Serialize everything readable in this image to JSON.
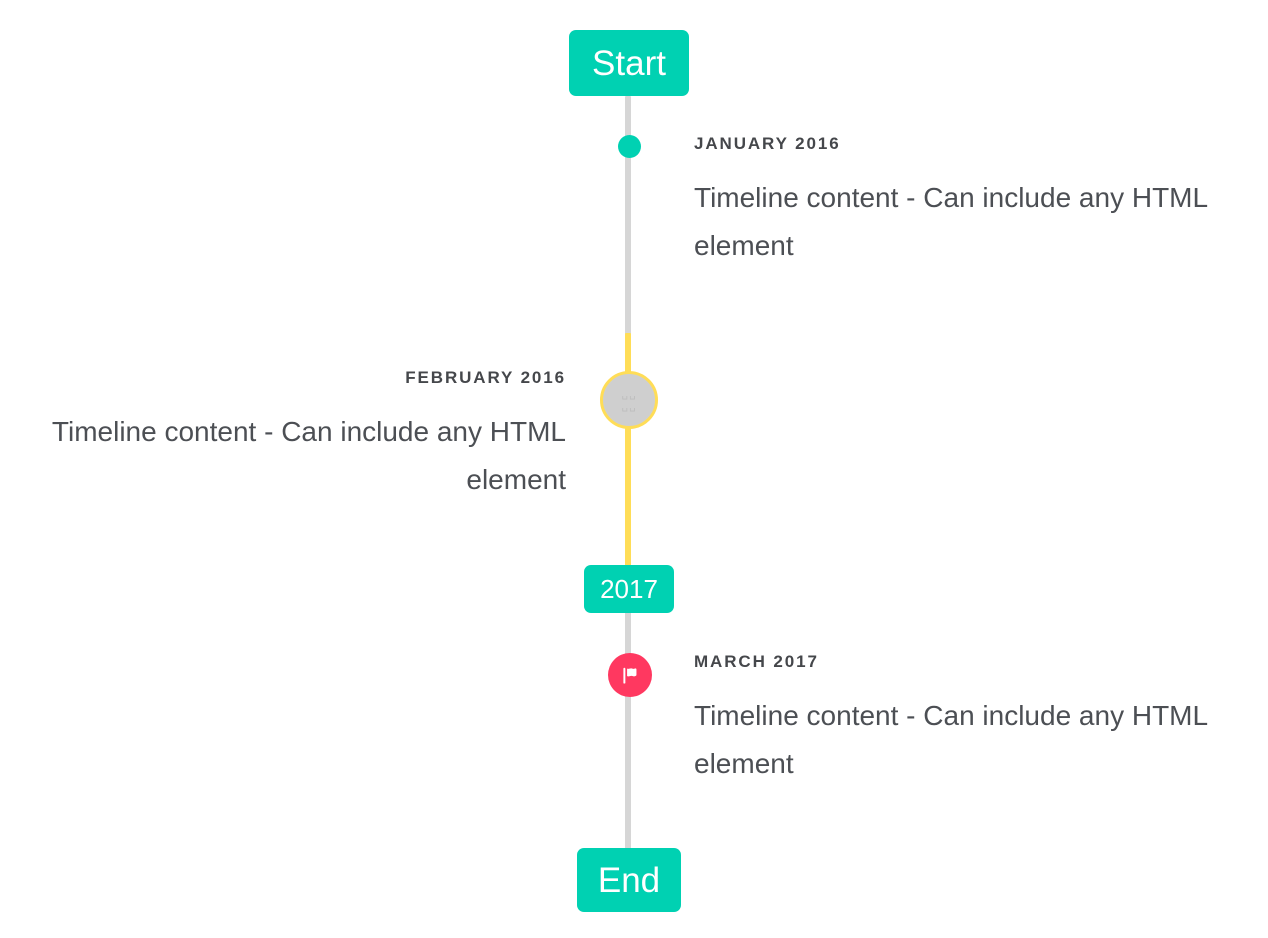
{
  "timeline": {
    "header_badge": {
      "label": "Start"
    },
    "middle_badge": {
      "label": "2017"
    },
    "footer_badge": {
      "label": "End"
    },
    "rail": {
      "color_default": "#d6d6d6",
      "color_highlight": "#ffdd57"
    },
    "accent_colors": {
      "primary": "#00d1b2",
      "warning": "#ffdd57",
      "danger": "#ff3860",
      "marker_neutral": "#cfcfcf",
      "date_text": "#45474b",
      "body_text": "#4c4f54"
    },
    "entries": [
      {
        "date": "January 2016",
        "body": "Timeline content - Can include any HTML element",
        "side": "right",
        "marker": {
          "type": "dot",
          "icon": "none",
          "color": "#00d1b2"
        }
      },
      {
        "date": "February 2016",
        "body": "Timeline content - Can include any HTML element",
        "side": "left",
        "marker": {
          "type": "ring",
          "icon": "missing-glyph",
          "glyph": "␣␣\n␣␣",
          "color": "#cfcfcf",
          "border": "#ffdd57"
        }
      },
      {
        "date": "March 2017",
        "body": "Timeline content - Can include any HTML element",
        "side": "right",
        "marker": {
          "type": "icon",
          "icon": "flag-icon",
          "color": "#ff3860"
        }
      }
    ]
  }
}
